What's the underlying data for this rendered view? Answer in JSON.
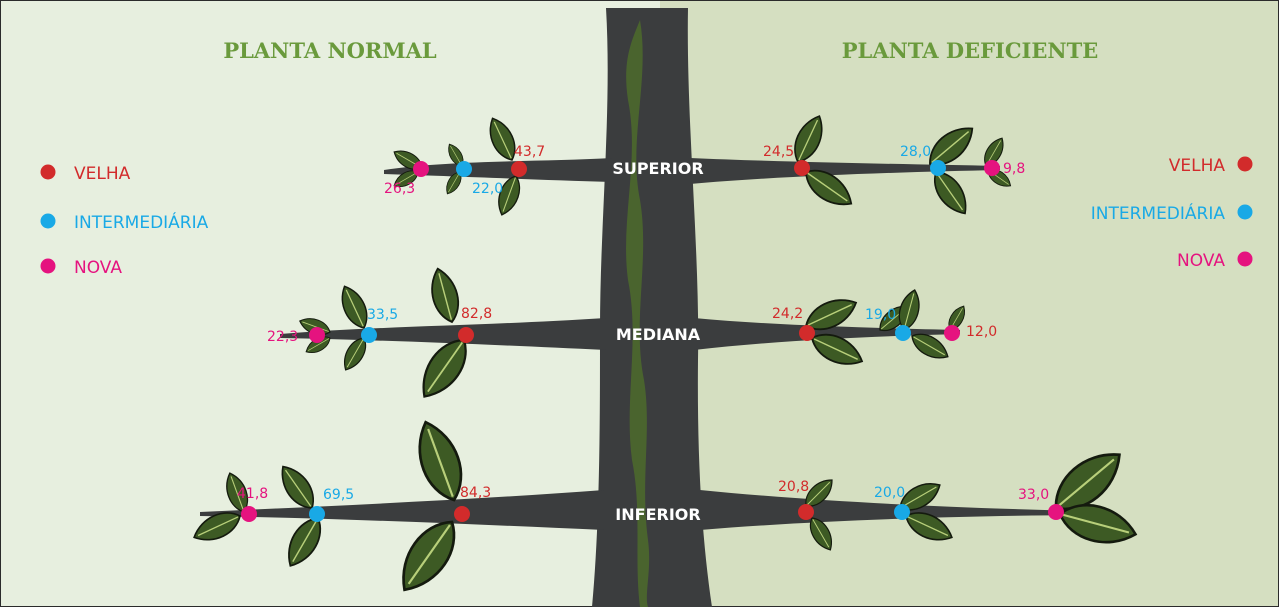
{
  "titles": {
    "left": "PLANTA NORMAL",
    "right": "PLANTA DEFICIENTE"
  },
  "legend": {
    "velha": "VELHA",
    "intermediaria": "INTERMEDIÁRIA",
    "nova": "NOVA"
  },
  "levels": {
    "superior": "SUPERIOR",
    "mediana": "MEDIANA",
    "inferior": "INFERIOR"
  },
  "colors": {
    "velha": "#d22b2b",
    "intermediaria": "#19a9e6",
    "nova": "#e5137f",
    "title": "#6a9a3c",
    "trunk": "#3b3d3e",
    "leaf": "#3d5a24",
    "left_bg": "#e7efdf",
    "right_bg": "#d5dfc1"
  },
  "values": {
    "normal": {
      "superior": {
        "nova": "26,3",
        "intermediaria": "22,0",
        "velha": "43,7"
      },
      "mediana": {
        "nova": "22,3",
        "intermediaria": "33,5",
        "velha": "82,8"
      },
      "inferior": {
        "nova": "41,8",
        "intermediaria": "69,5",
        "velha": "84,3"
      }
    },
    "deficiente": {
      "superior": {
        "velha": "24,5",
        "intermediaria": "28,0",
        "nova": "9,8"
      },
      "mediana": {
        "velha": "24,2",
        "intermediaria": "19,0",
        "nova": "12,0"
      },
      "inferior": {
        "velha": "20,8",
        "intermediaria": "20,0",
        "nova": "33,0"
      }
    }
  }
}
